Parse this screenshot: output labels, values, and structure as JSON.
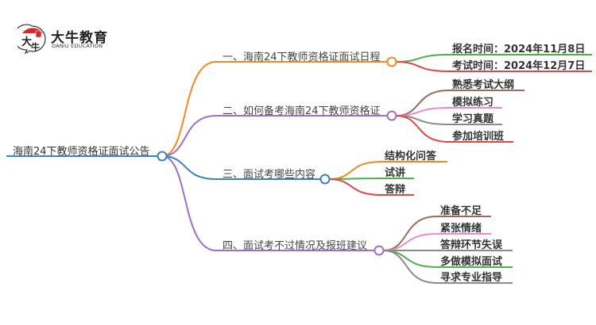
{
  "logo": {
    "name_cn": "大牛教育",
    "name_en": "DANIU EDUCATION",
    "icon": "daniu-logo-icon",
    "accent_color": "#d9262b"
  },
  "mindmap": {
    "root": {
      "label": "海南24下教师资格证面试公告",
      "color": "#3a82c4"
    },
    "branches": [
      {
        "label": "一、海南24下教师资格证面试日程",
        "color": "#f28a1f",
        "children": [
          {
            "label": "报名时间：2024年11月8日",
            "color": "#4caf50"
          },
          {
            "label": "考试时间：2024年12月7日",
            "color": "#e04848"
          }
        ]
      },
      {
        "label": "二、如何备考海南24下教师资格证",
        "color": "#9b6fd0",
        "children": [
          {
            "label": "熟悉考试大纲",
            "color": "#9a6a60"
          },
          {
            "label": "模拟练习",
            "color": "#ec8ad0"
          },
          {
            "label": "学习真题",
            "color": "#8a8a8a"
          },
          {
            "label": "参加培训班",
            "color": "#e04848"
          }
        ]
      },
      {
        "label": "三、面试考哪些内容",
        "color": "#3a82c4",
        "children": [
          {
            "label": "结构化问答",
            "color": "#f28a1f"
          },
          {
            "label": "试讲",
            "color": "#4caf50"
          },
          {
            "label": "答辩",
            "color": "#e04848"
          }
        ]
      },
      {
        "label": "四、面试考不过情况及报班建议",
        "color": "#9b6fd0",
        "children": [
          {
            "label": "准备不足",
            "color": "#9a6a60"
          },
          {
            "label": "紧张情绪",
            "color": "#ec8ad0"
          },
          {
            "label": "答辩环节失误",
            "color": "#8a8a8a"
          },
          {
            "label": "多做模拟面试",
            "color": "#4caf50"
          },
          {
            "label": "寻求专业指导",
            "color": "#8a8a8a"
          }
        ]
      }
    ]
  }
}
